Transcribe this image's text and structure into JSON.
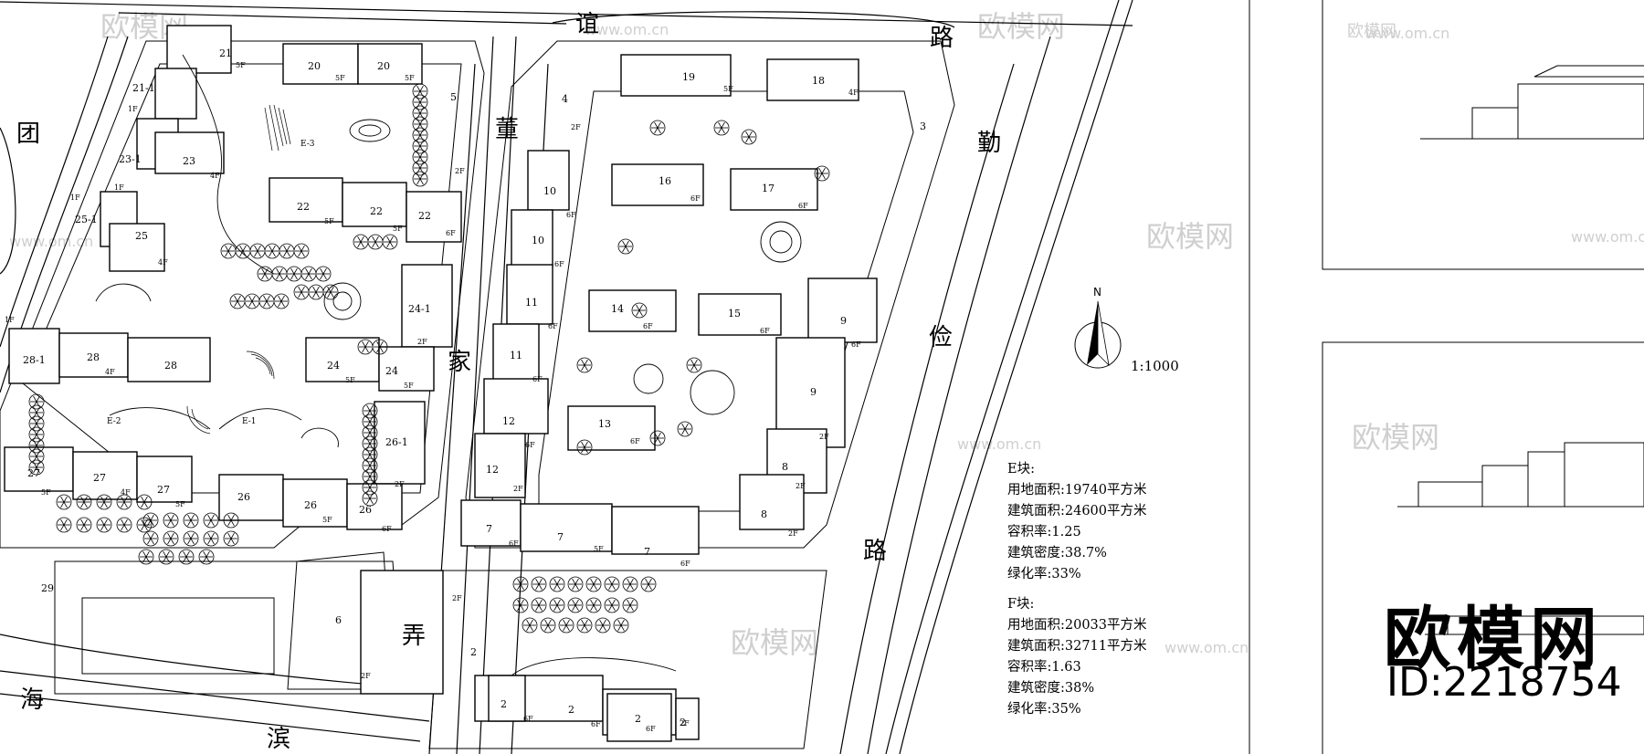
{
  "roads": {
    "top": [
      "谊",
      "路"
    ],
    "left": [
      "团"
    ],
    "middle": [
      "董",
      "家",
      "弄"
    ],
    "right": [
      "勤",
      "俭",
      "路"
    ],
    "bottom": [
      "海",
      "滨"
    ]
  },
  "compass": {
    "north": "N",
    "scale": "1:1000"
  },
  "stats": {
    "e_block": {
      "title": "E块:",
      "lines": [
        "用地面积:19740平方米",
        "建筑面积:24600平方米",
        "容积率:1.25",
        "建筑密度:38.7%",
        "绿化率:33%"
      ]
    },
    "f_block": {
      "title": "F块:",
      "lines": [
        "用地面积:20033平方米",
        "建筑面积:32711平方米",
        "容积率:1.63",
        "建筑密度:38%",
        "绿化率:35%"
      ]
    }
  },
  "garden_labels": [
    "E-3",
    "E-2",
    "E-1"
  ],
  "buildings": [
    {
      "num": "21",
      "floor": "5F"
    },
    {
      "num": "21-1",
      "floor": "1F"
    },
    {
      "num": "20",
      "floor": "5F"
    },
    {
      "num": "20",
      "floor": "5F"
    },
    {
      "num": "5",
      "floor": "2F"
    },
    {
      "num": "23-1",
      "floor": "1F"
    },
    {
      "num": "23",
      "floor": "4F"
    },
    {
      "num": "22",
      "floor": "5F"
    },
    {
      "num": "22",
      "floor": "5F"
    },
    {
      "num": "22",
      "floor": "6F"
    },
    {
      "num": "25-1",
      "floor": "1F"
    },
    {
      "num": "25",
      "floor": "4F"
    },
    {
      "num": "24-1",
      "floor": "2F"
    },
    {
      "num": "28-1",
      "floor": "1F"
    },
    {
      "num": "28",
      "floor": "4F"
    },
    {
      "num": "28",
      "floor": ""
    },
    {
      "num": "24",
      "floor": "5F"
    },
    {
      "num": "24",
      "floor": "5F"
    },
    {
      "num": "26-1",
      "floor": "2F"
    },
    {
      "num": "27",
      "floor": "5F"
    },
    {
      "num": "27",
      "floor": "4F"
    },
    {
      "num": "27",
      "floor": "5F"
    },
    {
      "num": "26",
      "floor": ""
    },
    {
      "num": "26",
      "floor": "5F"
    },
    {
      "num": "26",
      "floor": "6F"
    },
    {
      "num": "29",
      "floor": ""
    },
    {
      "num": "6",
      "floor": "2F"
    },
    {
      "num": "4",
      "floor": "2F"
    },
    {
      "num": "19",
      "floor": "5F"
    },
    {
      "num": "18",
      "floor": "4F"
    },
    {
      "num": "3",
      "floor": ""
    },
    {
      "num": "10",
      "floor": "6F"
    },
    {
      "num": "10",
      "floor": "6F"
    },
    {
      "num": "16",
      "floor": "6F"
    },
    {
      "num": "17",
      "floor": "6F"
    },
    {
      "num": "11",
      "floor": "6F"
    },
    {
      "num": "11",
      "floor": "6F"
    },
    {
      "num": "14",
      "floor": "6F"
    },
    {
      "num": "15",
      "floor": "6F"
    },
    {
      "num": "9",
      "floor": "6F"
    },
    {
      "num": "9",
      "floor": "2F"
    },
    {
      "num": "12",
      "floor": "6F"
    },
    {
      "num": "12",
      "floor": "2F"
    },
    {
      "num": "13",
      "floor": "6F"
    },
    {
      "num": "8",
      "floor": "2F"
    },
    {
      "num": "8",
      "floor": "2F"
    },
    {
      "num": "7",
      "floor": "6F"
    },
    {
      "num": "7",
      "floor": "5F"
    },
    {
      "num": "7",
      "floor": "6F"
    },
    {
      "num": "2",
      "floor": "2F"
    },
    {
      "num": "2",
      "floor": "6F"
    },
    {
      "num": "2",
      "floor": "6F"
    },
    {
      "num": "2",
      "floor": "6F"
    },
    {
      "num": "2",
      "floor": "2F"
    }
  ],
  "watermark": {
    "brand": "欧模网",
    "id": "ID:2218754",
    "faint_text": "欧模网",
    "faint_url": "www.om.cn"
  }
}
